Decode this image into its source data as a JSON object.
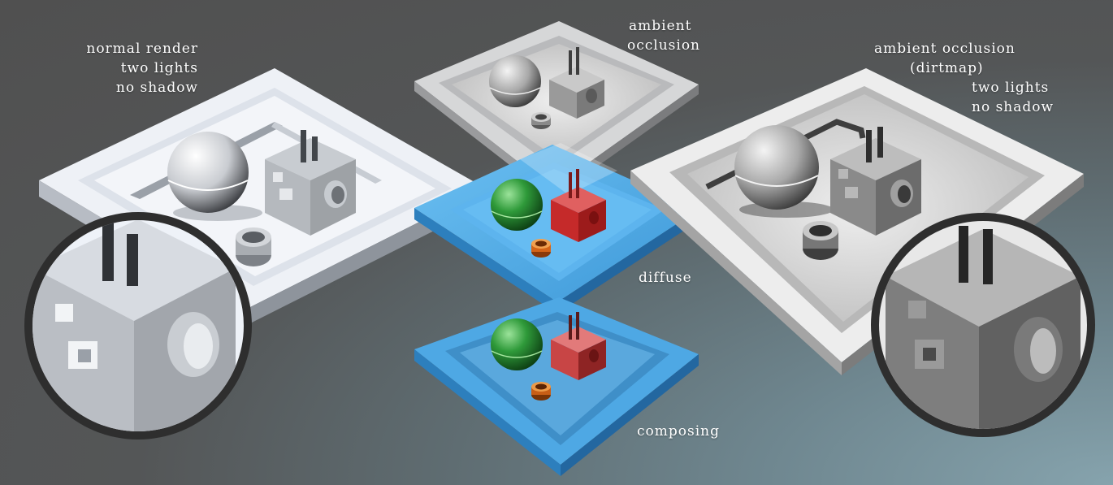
{
  "labels": {
    "normal_render": [
      "normal render",
      "two lights",
      "no shadow"
    ],
    "ambient_occlusion": [
      "ambient",
      "occlusion"
    ],
    "ao_dirtmap": [
      "ambient occlusion",
      "(dirtmap)",
      "two lights",
      "no shadow"
    ],
    "diffuse": "diffuse",
    "composing": "composing"
  },
  "colors": {
    "background": "#555555",
    "white_plate": "#e9edf4",
    "ao_plate": "#d4d6d8",
    "blue_plate": "#4ea8e4",
    "green_sphere": "#2f9a3a",
    "red_cube": "#c52a2a",
    "orange_ring": "#e0701c",
    "gray_cube": "#9ea2a6",
    "magnifier_ring": "#2d2d2d"
  }
}
